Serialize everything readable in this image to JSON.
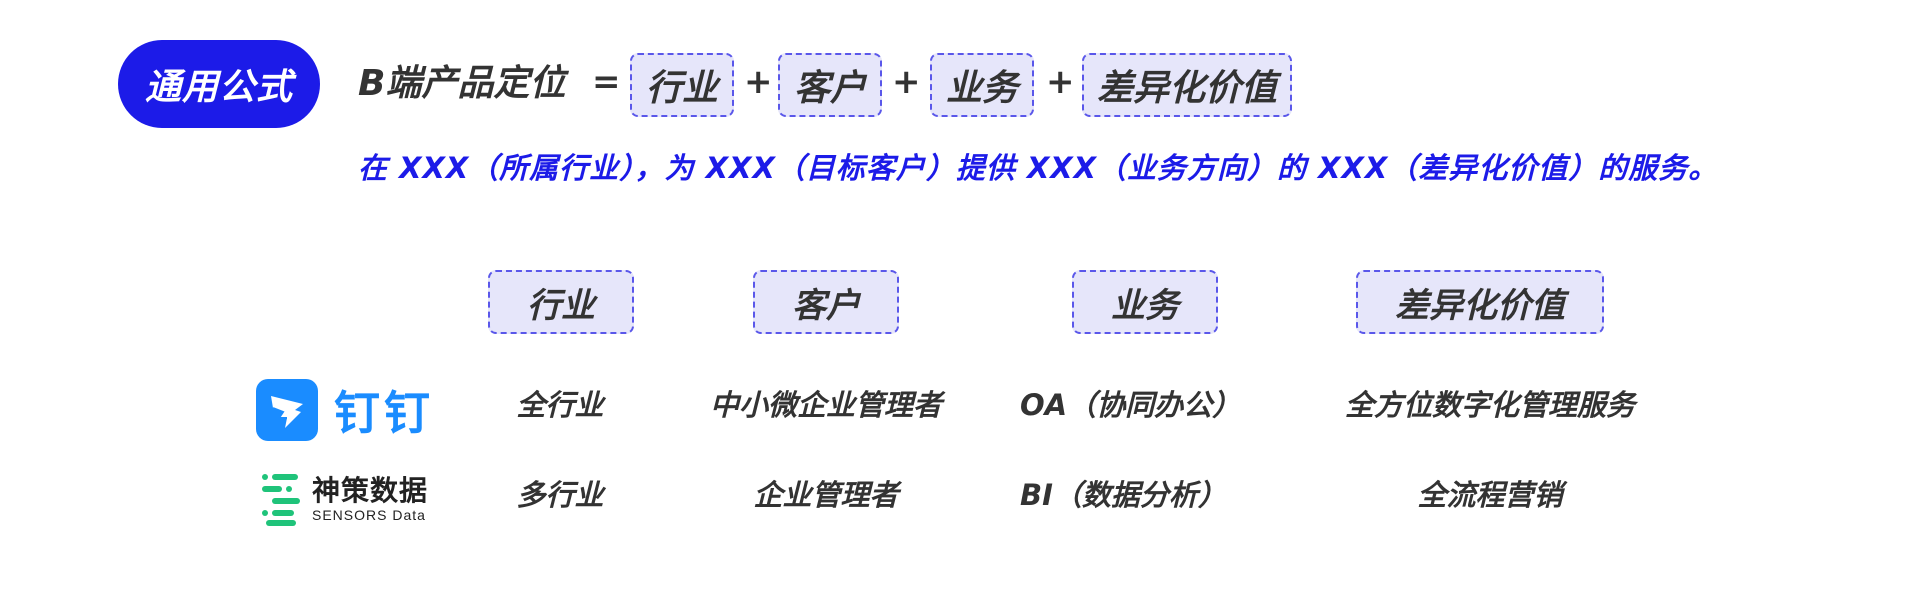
{
  "badge": {
    "label": "通用公式"
  },
  "formula": {
    "label": "B端产品定位",
    "equals": "=",
    "plus": "+",
    "terms": [
      "行业",
      "客户",
      "业务",
      "差异化价值"
    ]
  },
  "definition": "在 XXX（所属行业），为 XXX（目标客户）提供 XXX（业务方向）的 XXX（差异化价值）的服务。",
  "columns": [
    "行业",
    "客户",
    "业务",
    "差异化价值"
  ],
  "rows": [
    {
      "company": {
        "name": "钉钉",
        "logo": "dingtalk-logo",
        "brand_color": "#1a8cff"
      },
      "cells": [
        "全行业",
        "中小微企业管理者",
        "OA（协同办公）",
        "全方位数字化管理服务"
      ]
    },
    {
      "company": {
        "name": "神策数据",
        "name_en": "SENSORS Data",
        "logo": "sensors-data-logo",
        "brand_color": "#1fc37a"
      },
      "cells": [
        "多行业",
        "企业管理者",
        "BI（数据分析）",
        "全流程营销"
      ]
    }
  ],
  "colors": {
    "accent": "#1c1be8",
    "box_fill": "#e6e6fa",
    "box_border": "#5a57ea",
    "text": "#333333"
  }
}
